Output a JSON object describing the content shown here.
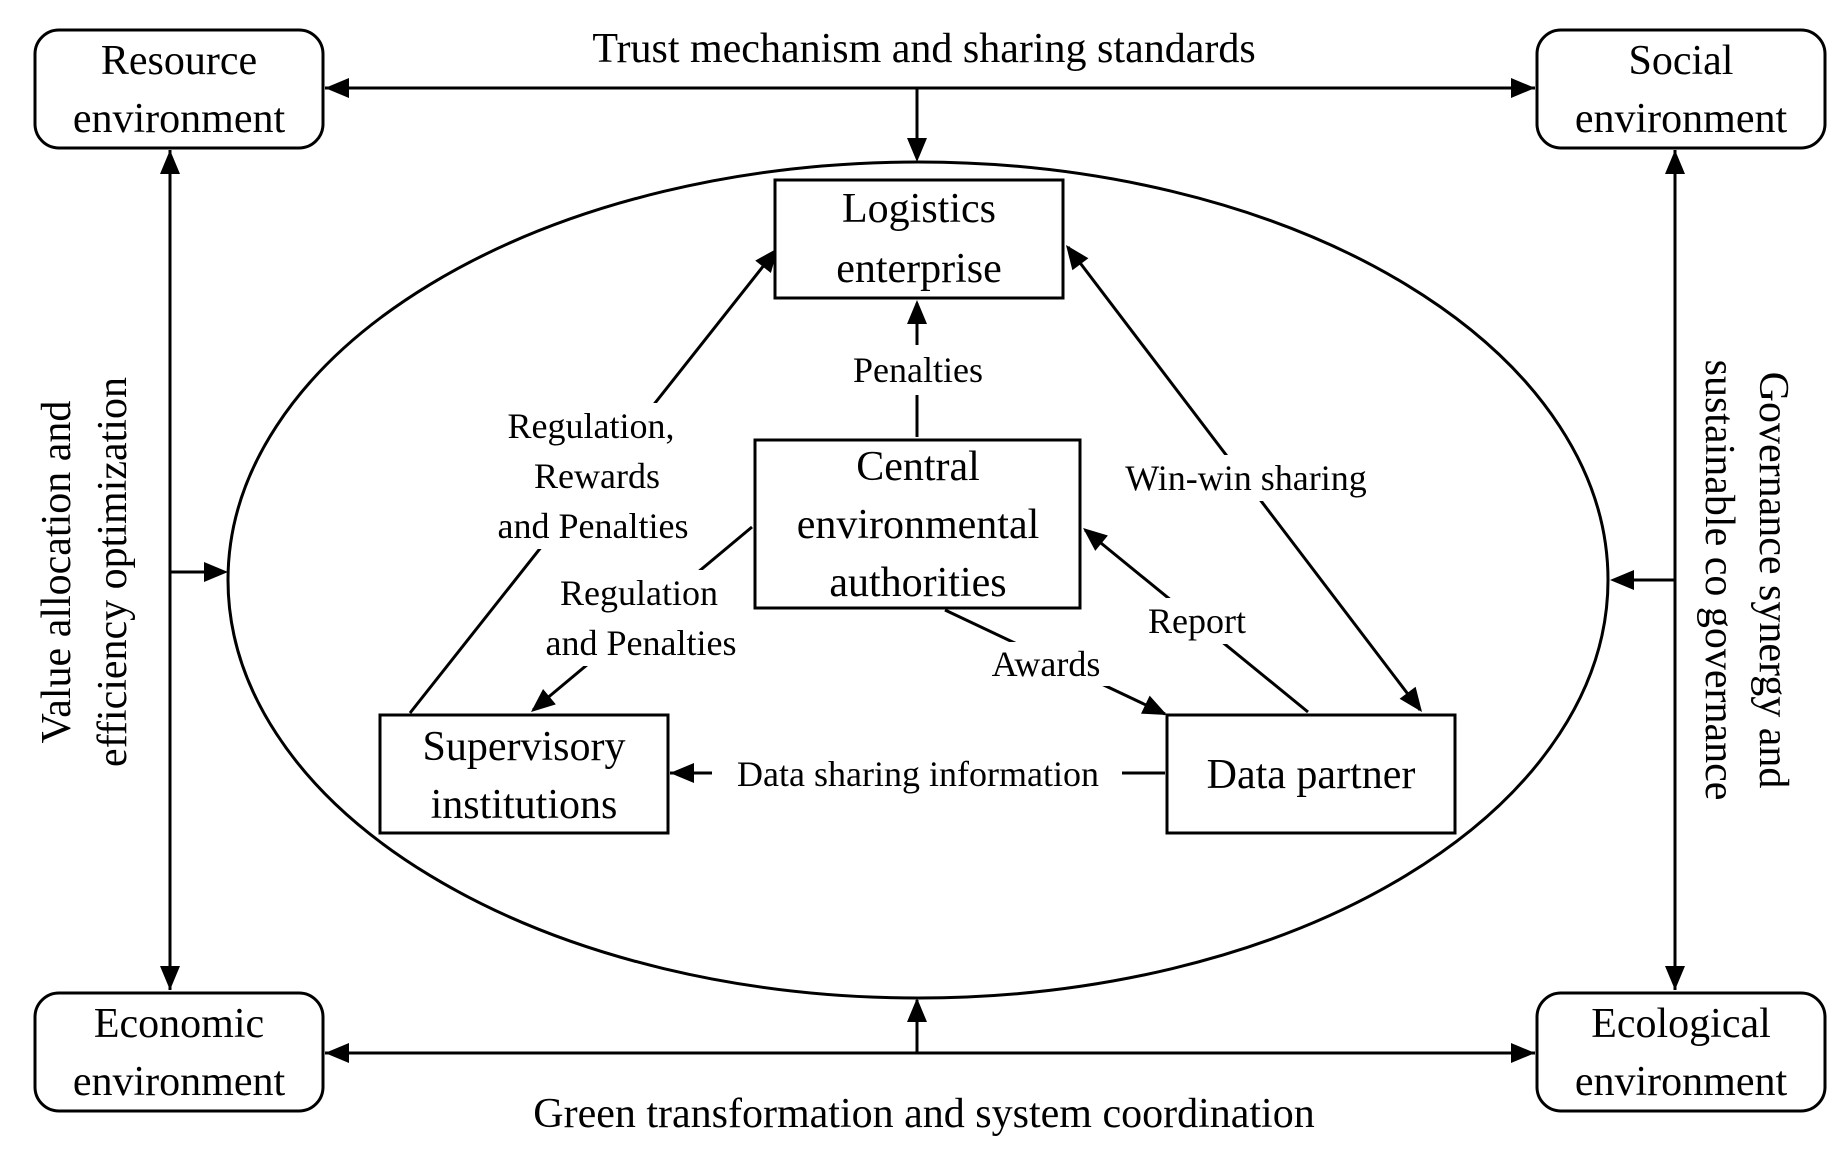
{
  "corners": {
    "resource": [
      "Resource",
      "environment"
    ],
    "social": [
      "Social",
      "environment"
    ],
    "economic": [
      "Economic",
      "environment"
    ],
    "ecological": [
      "Ecological",
      "environment"
    ]
  },
  "edges": {
    "top": "Trust mechanism and sharing standards",
    "bottom": "Green transformation and system coordination",
    "left": [
      "Value allocation and",
      "efficiency optimization"
    ],
    "right": [
      "Governance synergy and",
      "sustainable co governance"
    ]
  },
  "nodes": {
    "logistics": [
      "Logistics",
      "enterprise"
    ],
    "central": [
      "Central",
      "environmental",
      "authorities"
    ],
    "supervisory": [
      "Supervisory",
      "institutions"
    ],
    "partner": [
      "Data partner"
    ]
  },
  "relations": {
    "penalties": "Penalties",
    "regulation_rewards": [
      "Regulation,",
      "Rewards",
      "and Penalties"
    ],
    "regulation_penalties": [
      "Regulation",
      "and Penalties"
    ],
    "win_win": "Win-win sharing",
    "report": "Report",
    "awards": "Awards",
    "data_sharing": "Data sharing information"
  },
  "colors": {
    "stroke": "#000000",
    "background": "#ffffff"
  }
}
